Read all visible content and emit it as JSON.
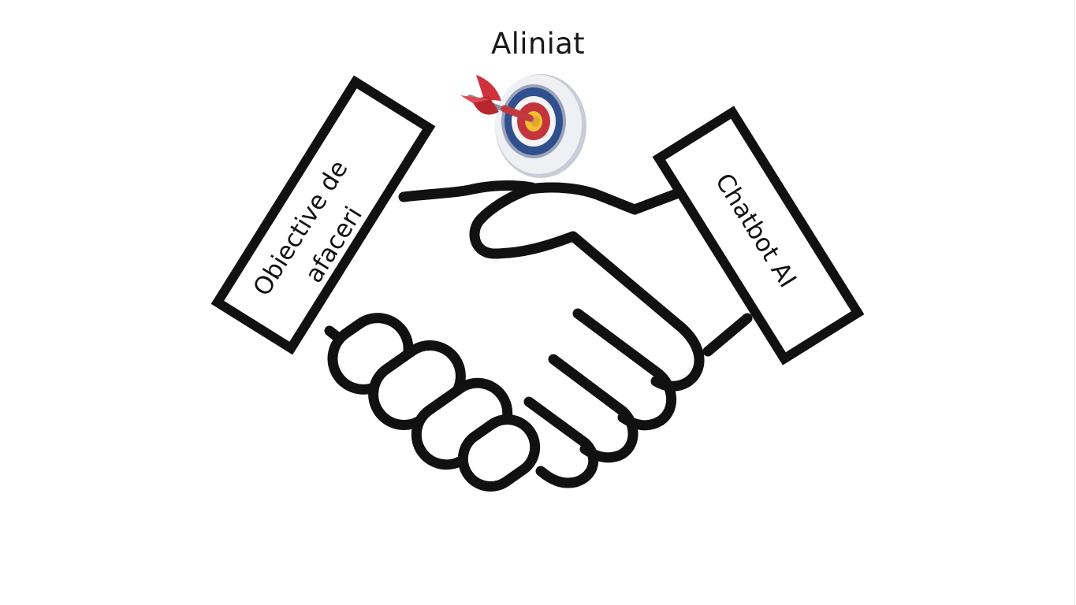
{
  "title": "Aliniat",
  "left_cuff": {
    "line1": "Obiective de",
    "line2": "afaceri"
  },
  "right_cuff": {
    "line1": "Chatbot AI"
  },
  "target_icon": "dart-target-icon",
  "handshake_icon": "handshake-icon",
  "colors": {
    "stroke": "#111111",
    "background": "#ffffff",
    "dart_red": "#d0323c",
    "target_blue": "#2f4f8f",
    "target_gold": "#f2c037"
  }
}
